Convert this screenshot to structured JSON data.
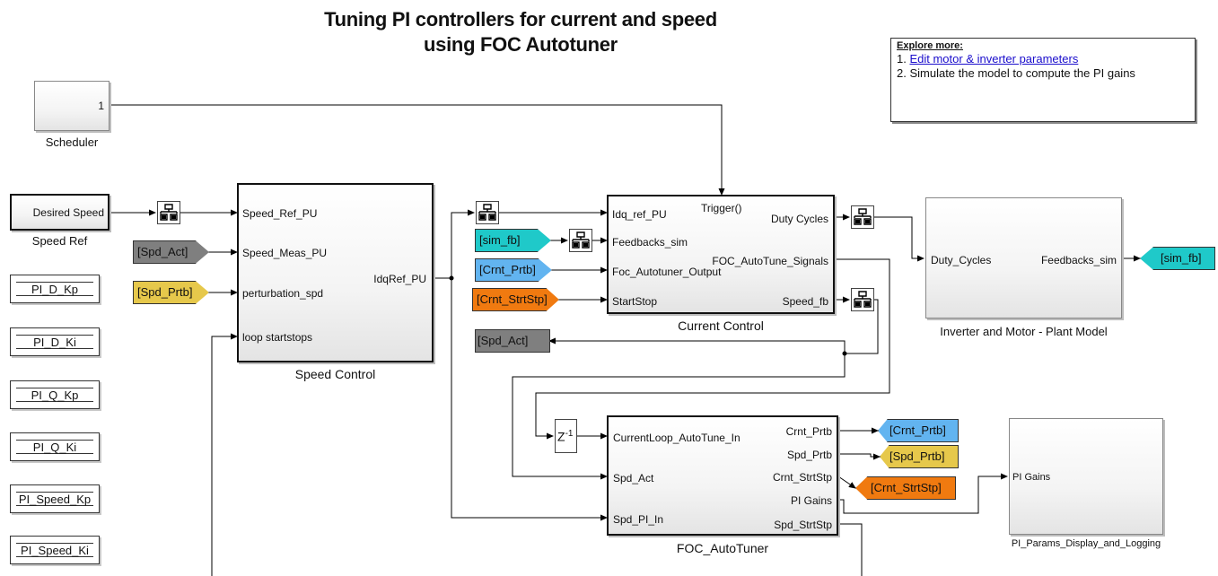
{
  "title": {
    "line1": "Tuning PI controllers for current and speed",
    "line2": "using FOC Autotuner"
  },
  "explore": {
    "header": "Explore more:",
    "item1_num": "1.",
    "item1_link": "Edit motor & inverter parameters",
    "item2": "2. Simulate the model to compute the PI gains"
  },
  "scheduler": {
    "label": "Scheduler",
    "port_out": "1"
  },
  "speed_ref": {
    "value_label": "Desired Speed",
    "label": "Speed Ref"
  },
  "constants": [
    "PI_D_Kp",
    "PI_D_Ki",
    "PI_Q_Kp",
    "PI_Q_Ki",
    "PI_Speed_Kp",
    "PI_Speed_Ki"
  ],
  "speed_control": {
    "label": "Speed Control",
    "inputs": [
      "Speed_Ref_PU",
      "Speed_Meas_PU",
      "perturbation_spd",
      "loop startstops"
    ],
    "output": "IdqRef_PU"
  },
  "current_control": {
    "label": "Current Control",
    "trigger": "Trigger()",
    "inputs": [
      "Idq_ref_PU",
      "Feedbacks_sim",
      "Foc_Autotuner_Output",
      "StartStop"
    ],
    "outputs": [
      "Duty Cycles",
      "FOC_AutoTune_Signals",
      "Speed_fb"
    ]
  },
  "plant": {
    "label": "Inverter and Motor - Plant Model",
    "input": "Duty_Cycles",
    "output": "Feedbacks_sim"
  },
  "autotuner": {
    "label": "FOC_AutoTuner",
    "inputs": [
      "CurrentLoop_AutoTune_In",
      "Spd_Act",
      "Spd_PI_In"
    ],
    "outputs": [
      "Crnt_Prtb",
      "Spd_Prtb",
      "Crnt_StrtStp",
      "PI Gains",
      "Spd_StrtStp"
    ]
  },
  "delay": {
    "base": "Z",
    "exp": "-1"
  },
  "pi_display": {
    "label": "PI_Params_Display_and_Logging",
    "input": "PI Gains"
  },
  "tags": {
    "spd_act_from": "[Spd_Act]",
    "spd_prtb_from": "[Spd_Prtb]",
    "sim_fb_from": "[sim_fb]",
    "crnt_prtb_from": "[Crnt_Prtb]",
    "crnt_strtstp_from": "[Crnt_StrtStp]",
    "spd_act_goto": "[Spd_Act]",
    "sim_fb_goto": "[sim_fb]",
    "crnt_prtb_goto": "[Crnt_Prtb]",
    "spd_prtb_goto": "[Spd_Prtb]",
    "crnt_strtstp_goto": "[Crnt_StrtStp]"
  },
  "colors": {
    "gray_tag": "#7f7f7f",
    "yellow_tag": "#e6c84b",
    "cyan_tag": "#1fc9c9",
    "blue_tag": "#62b4f0",
    "orange_tag": "#f07a10",
    "link": "#1a0dcc"
  },
  "icons": [
    "rate-transition-icon"
  ]
}
